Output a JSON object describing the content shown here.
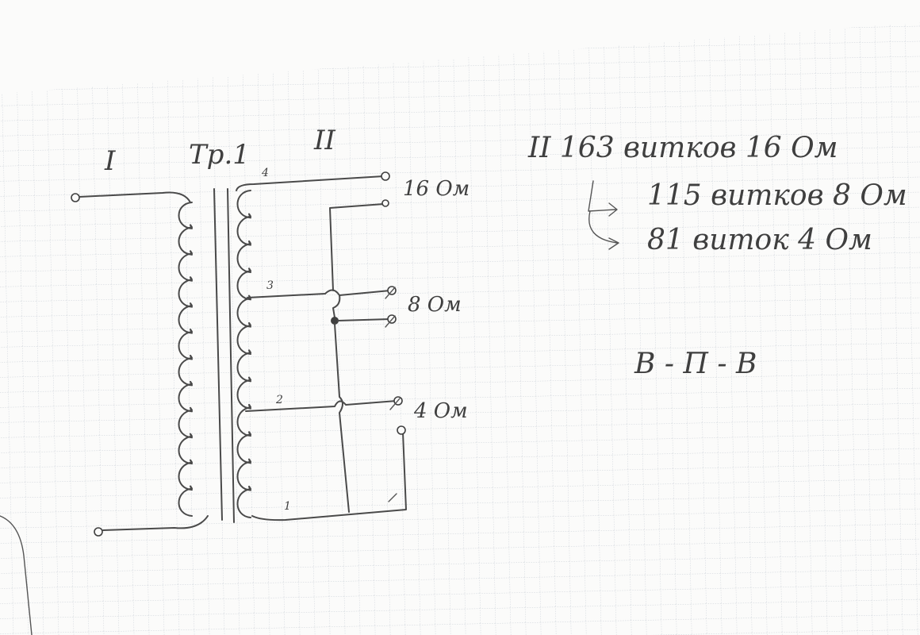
{
  "diagram": {
    "primary_label": "I",
    "transformer_label": "Tр.1",
    "secondary_label": "II",
    "tap_numbers": [
      "4",
      "3",
      "2",
      "1"
    ],
    "outputs": [
      "16 Ом",
      "8 Ом",
      "4 Ом"
    ]
  },
  "notes": {
    "line1": "II 163 витков  16 Ом",
    "line2": "115 витков  8 Ом",
    "line3": "81 виток  4 Ом",
    "code": "В - П - В"
  },
  "colors": {
    "paper": "#fbfbfa",
    "grid": "#c9cfd6",
    "pencil": "#4a4a4a"
  }
}
